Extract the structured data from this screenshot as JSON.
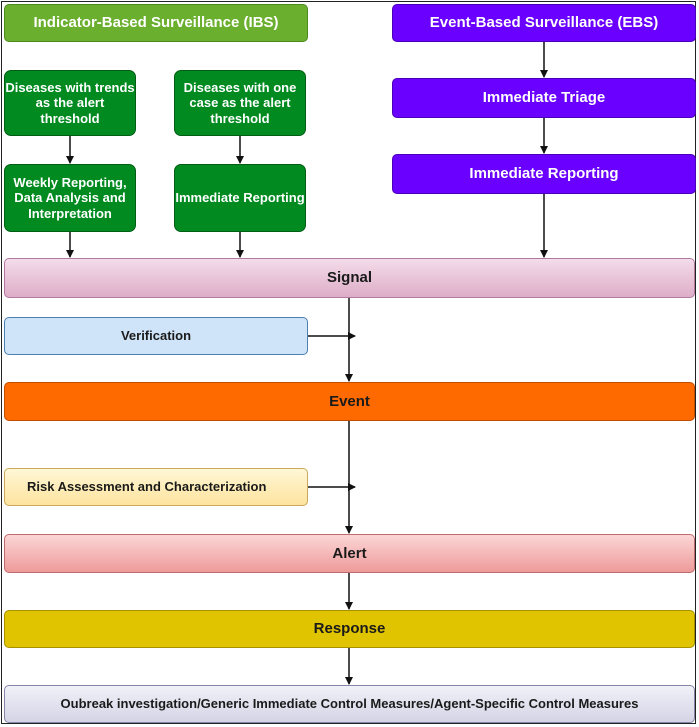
{
  "ibs": {
    "title": "Indicator-Based Surveillance (IBS)",
    "trend_diseases": "Diseases with trends as the alert threshold",
    "single_case_diseases": "Diseases with one case as the alert threshold",
    "weekly_reporting": "Weekly Reporting, Data Analysis and Interpretation",
    "immediate_reporting": "Immediate Reporting"
  },
  "ebs": {
    "title": "Event-Based Surveillance (EBS)",
    "immediate_triage": "Immediate Triage",
    "immediate_reporting": "Immediate Reporting"
  },
  "flow": {
    "signal": "Signal",
    "verification": "Verification",
    "event": "Event",
    "risk_assessment": "Risk Assessment and Characterization",
    "alert": "Alert",
    "response": "Response",
    "outbreak": "Oubreak investigation/Generic Immediate Control Measures/Agent-Specific Control Measures"
  },
  "colors": {
    "ibs": "#6aaf2d",
    "ibs_steps": "#008a1f",
    "ebs": "#6a00ff",
    "signal": "#deadc8",
    "verification": "#cfe4f8",
    "event": "#ff6a00",
    "risk": "#fde39e",
    "alert": "#ee9a9a",
    "response": "#e0c400",
    "outbreak": "#d4d4e6"
  }
}
